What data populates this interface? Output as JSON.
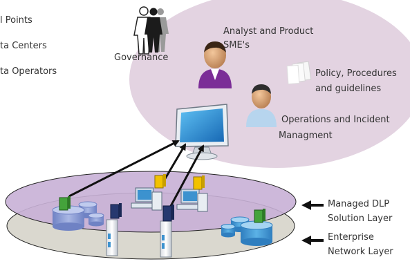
{
  "left_list": {
    "items": [
      "l Points",
      "ta Centers",
      "ta Operators"
    ]
  },
  "governance": {
    "label": "Governance"
  },
  "analyst": {
    "line1": "Analyst and Product",
    "line2": "SME's"
  },
  "policy": {
    "line1": "Policy, Procedures",
    "line2": "and guidelines"
  },
  "operations": {
    "line1": "Operations and Incident",
    "line2": "Managment"
  },
  "layers": {
    "managed_line1": "Managed DLP",
    "managed_line2": "Solution Layer",
    "enterprise_line1": "Enterprise",
    "enterprise_line2": "Network Layer"
  },
  "colors": {
    "governance_circle": "#e3d3e1",
    "managed_layer": "#c8b0d6",
    "enterprise_layer": "#dad8cf",
    "flag_green": "#44a33b",
    "flag_yellow": "#f2c200",
    "flag_navy": "#27386f",
    "database_blue": "#3c92cf",
    "database_periwinkle": "#8d9fd6",
    "monitor_screen": "#1f86cf",
    "arrow": "#111111"
  },
  "icons": {
    "people": "people-silhouette-icon",
    "analyst": "analyst-person-icon",
    "operator": "operator-person-icon",
    "documents": "documents-icon",
    "monitor": "monitor-icon",
    "databases": "database-icon",
    "servers": "server-tower-icon",
    "workstations": "desktop-pc-icon",
    "flags": "agent-flag-icon"
  }
}
